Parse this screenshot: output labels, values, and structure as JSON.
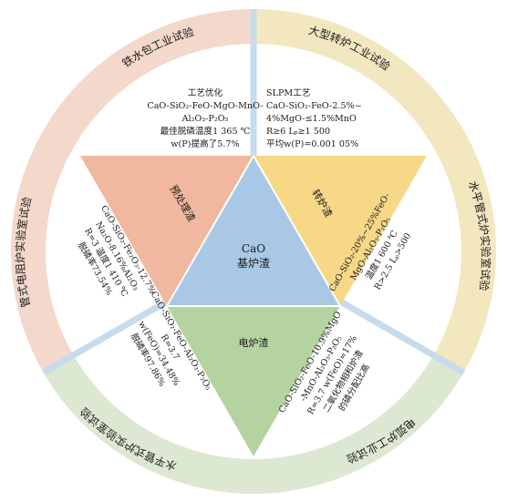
{
  "center": {
    "line1": "CaO",
    "line2": "基炉渣"
  },
  "triangles": {
    "pretreatment": "预处理渣",
    "converter": "转炉渣",
    "electric": "电炉渣"
  },
  "ring_labels": {
    "top_left": "铁水包工业试验",
    "top_right": "大型转炉工业试验",
    "right": "水平管式炉实验室试验",
    "bottom_right": "电弧炉工业试验",
    "bottom_left": "水平管式炉实验室试验",
    "left": "管式电阻炉实验室试验"
  },
  "blocks": {
    "top_left": [
      "工艺优化",
      "CaO-SiO₂-FeO-MgO-MnO-",
      "Al₂O₃-P₂O₅",
      "最佳脱磷温度1 365 ℃",
      "w(P)提高了5.7%"
    ],
    "top_right": [
      "SLPM工艺",
      "CaO-SiO₂-FeO-2.5%~",
      "4%MgO-≤1.5%MnO",
      "R≥6  Lₚ≥1 500",
      "平均w(P)=0.001 05%"
    ],
    "right": [
      "CaO-SiO₂-20%~25%FeO-",
      "MgO-Al₂O₃-P₂O₅",
      "温度1 600 ℃",
      "R>2.5  Lₚ>500"
    ],
    "bottom_right": [
      "CaO-SiO₂-FeO-10.9%MgO",
      "-MnO-Al₂O₃-P₂O₅",
      "R=3.7  w(FeO)=17%",
      "二氧化物相和炉渣",
      "的磷分配比高"
    ],
    "bottom_left": [
      "CaO-SiO₂-FeO-Al₂O₃-P₂O₅",
      "R=3.7",
      "w(FeO)=34.48%",
      "脱磷率97.86%"
    ],
    "left": [
      "CaO-SiO₂-Fe₂O₃-12.7%",
      "Na₂O-8.16%Al₂O₃",
      "R=3  温度1 410 ℃",
      "脱磷率73.54%"
    ]
  },
  "colors": {
    "ring_top_left": "#f3d8cb",
    "ring_right": "#f2e7bf",
    "ring_bottom": "#dde8d3",
    "divider": "#c6dbec",
    "triangle_pretreatment": "#f0b89e",
    "triangle_converter": "#f6d887",
    "triangle_electric": "#b5d3a0",
    "triangle_center": "#a9c8e6"
  }
}
